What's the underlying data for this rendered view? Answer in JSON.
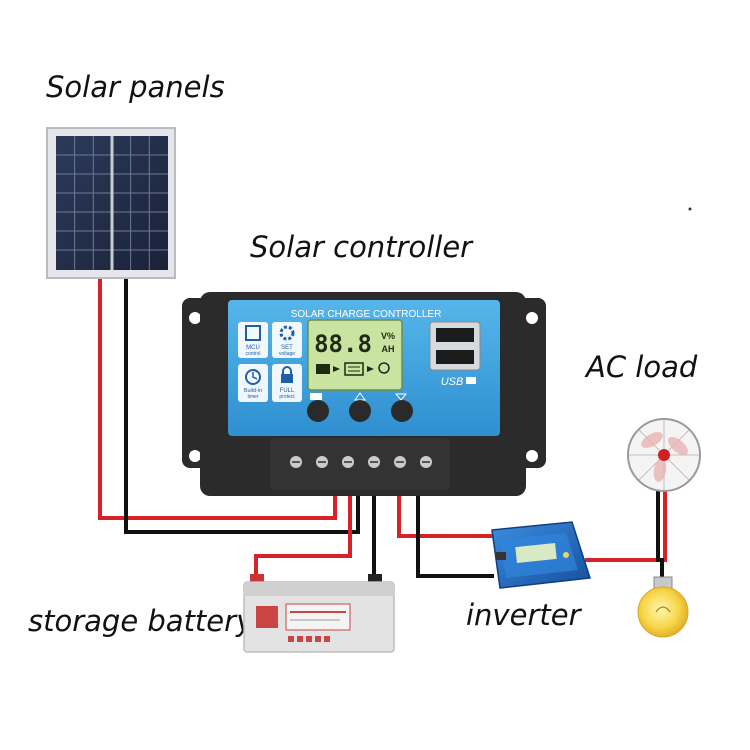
{
  "labels": {
    "solar_panels": "Solar panels",
    "solar_controller": "Solar controller",
    "ac_load": "AC load",
    "storage_battery": "storage battery",
    "inverter": "inverter"
  },
  "controller": {
    "header": "SOLAR CHARGE CONTROLLER",
    "lcd_digits": "88.8",
    "lcd_unit_top": "V%",
    "lcd_unit_bottom": "AH",
    "usb_label": "USB",
    "feature_mcu": "MCU",
    "feature_mcu_sub": "control",
    "feature_set": "SET",
    "feature_set_sub": "voltage",
    "feature_timer": "Build-in",
    "feature_timer_sub": "timer",
    "feature_full": "FULL",
    "feature_full_sub": "protect"
  },
  "colors": {
    "wire_red": "#d8222a",
    "wire_black": "#111111",
    "controller_blue": "#3fa3de",
    "controller_body": "#2b2b2b",
    "lcd_green": "#c9e3a0",
    "inverter_blue": "#1f6fc4",
    "battery_gray": "#e3e3e3"
  }
}
